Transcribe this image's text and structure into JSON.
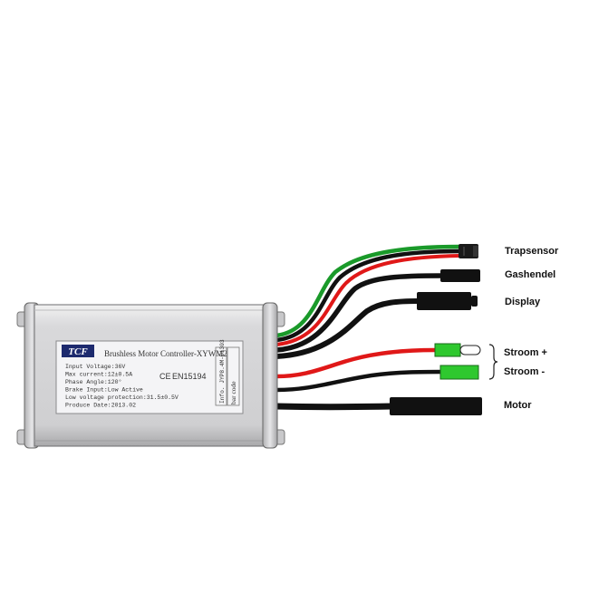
{
  "controller": {
    "logo": "TCF",
    "title": "Brushless Motor Controller-XYWM2",
    "specs": [
      "Input Voltage:36V",
      "Max current:12±0.5A",
      "Phase Angle:120°",
      "Brake Input:Low Active",
      "Low voltage protection:31.5±0.5V",
      "Produce Date:2013.02"
    ],
    "ce_mark": "CE",
    "standard": "EN15194",
    "info_label": "Info. JYP8.4M-D1303",
    "barcode_label": "bar code"
  },
  "connectors": {
    "pas": "Trapsensor",
    "throttle": "Gashendel",
    "display": "Display",
    "power_plus": "Stroom +",
    "power_minus": "Stroom -",
    "motor": "Motor"
  },
  "colors": {
    "wire_green": "#1a9a2a",
    "wire_red": "#e01818",
    "wire_black": "#111111",
    "plug_green": "#2ec82e",
    "casing": "#d6d6d8"
  }
}
